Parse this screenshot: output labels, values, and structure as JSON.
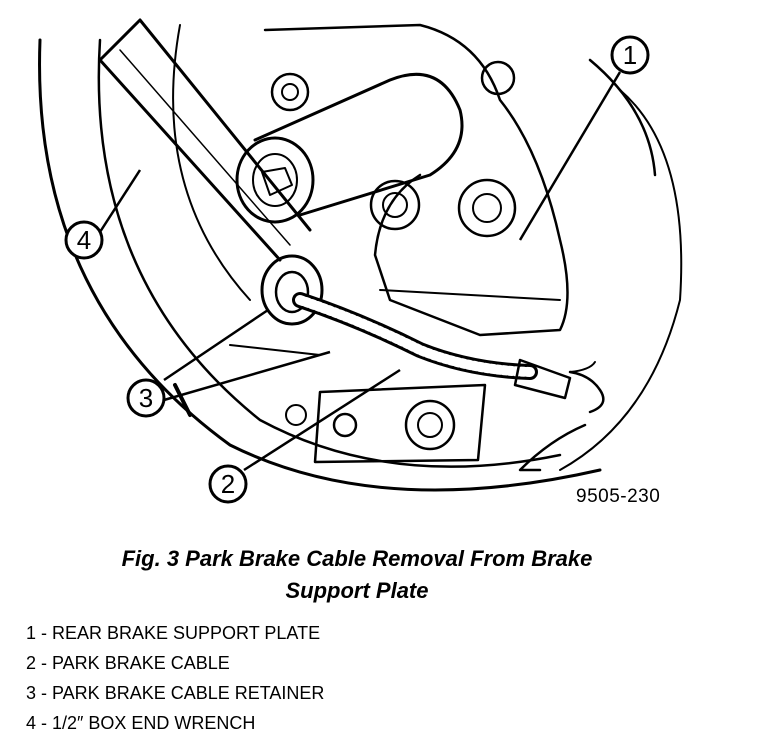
{
  "figure": {
    "id_label": "9505-230",
    "callouts": [
      "1",
      "2",
      "3",
      "4"
    ]
  },
  "caption": {
    "line1": "Fig. 3 Park Brake Cable Removal From Brake",
    "line2": "Support Plate"
  },
  "legend": [
    "1 - REAR BRAKE SUPPORT PLATE",
    "2 - PARK BRAKE CABLE",
    "3 - PARK BRAKE CABLE RETAINER",
    "4 - 1/2″ BOX END WRENCH"
  ]
}
